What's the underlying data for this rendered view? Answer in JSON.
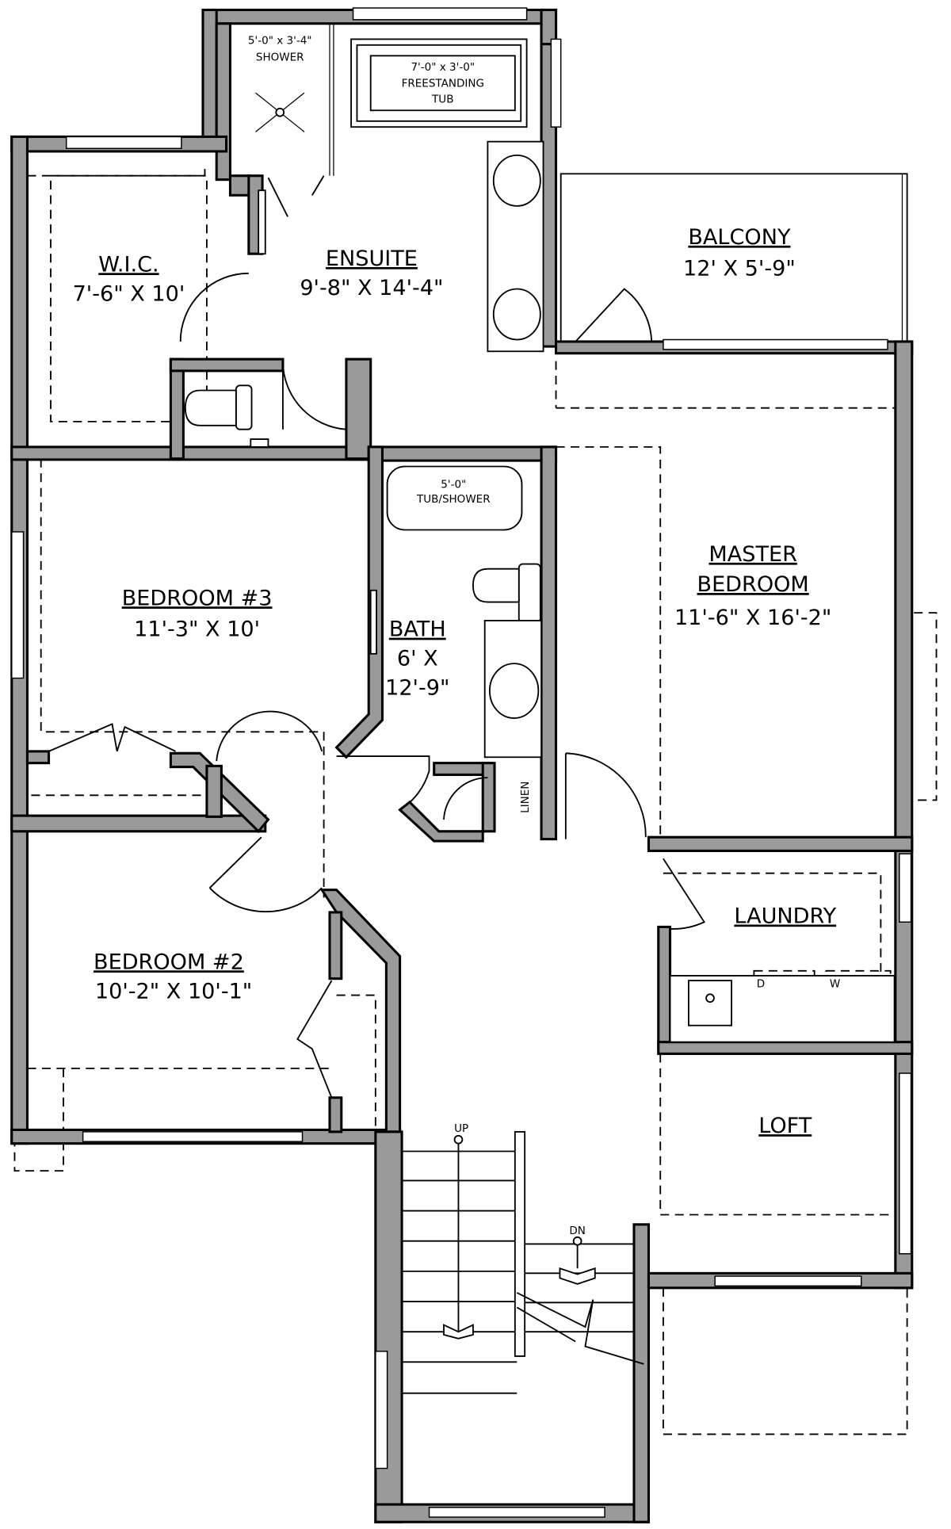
{
  "rooms": {
    "wic": {
      "name": "W.I.C.",
      "size": "7'-6\" X 10'"
    },
    "ensuite": {
      "name": "ENSUITE",
      "size": "9'-8\" X 14'-4\""
    },
    "balcony": {
      "name": "BALCONY",
      "size": "12' X 5'-9\""
    },
    "master": {
      "name1": "MASTER",
      "name2": "BEDROOM",
      "size": "11'-6\" X 16'-2\""
    },
    "bedroom3": {
      "name": "BEDROOM #3",
      "size": "11'-3\" X 10'"
    },
    "bath": {
      "name": "BATH",
      "size1": "6' X",
      "size2": "12'-9\""
    },
    "bedroom2": {
      "name": "BEDROOM #2",
      "size": "10'-2\" X 10'-1\""
    },
    "laundry": {
      "name": "LAUNDRY"
    },
    "loft": {
      "name": "LOFT"
    }
  },
  "fixtures": {
    "shower": {
      "size": "5'-0\" x 3'-4\"",
      "label": "SHOWER"
    },
    "tub": {
      "size": "7'-0\" x 3'-0\"",
      "label1": "FREESTANDING",
      "label2": "TUB"
    },
    "tub_shower": {
      "size": "5'-0\"",
      "label": "TUB/SHOWER"
    },
    "linen": "LINEN",
    "dryer": "D",
    "washer": "W"
  },
  "stairs": {
    "up": "UP",
    "down": "DN"
  }
}
